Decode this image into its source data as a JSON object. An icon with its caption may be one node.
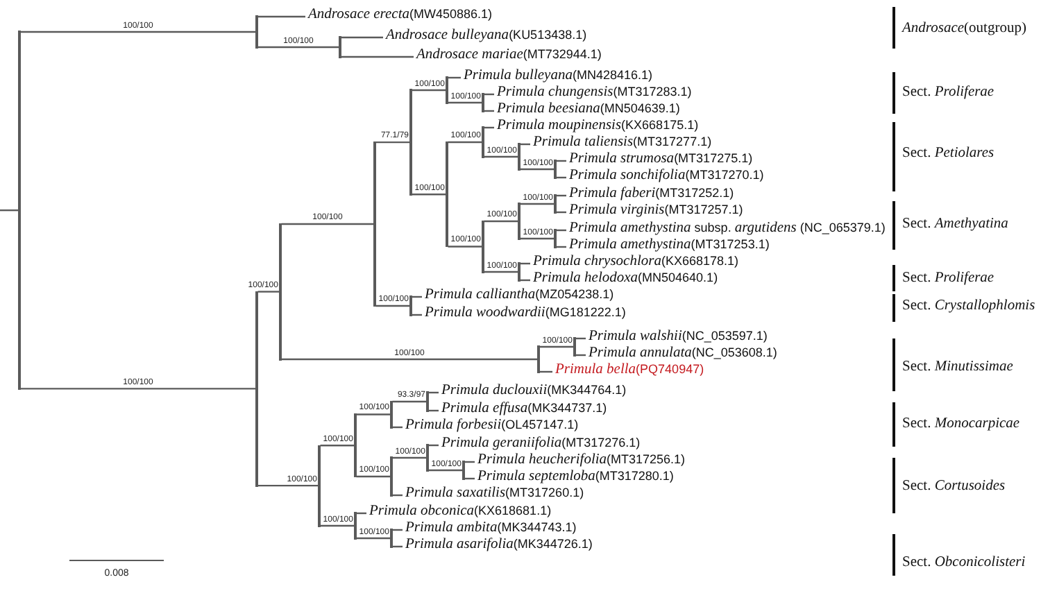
{
  "diagram": {
    "nodes": [
      {
        "text": [],
        "shape": "line"
      },
      {
        "text": [],
        "shape": "line"
      },
      {
        "text": [
          "*Androsace erecta*(MW450886.1)"
        ]
      },
      {
        "text": [],
        "shape": "line"
      },
      {
        "text": [
          "*Androsace bulleyana*(KU513438.1)"
        ]
      },
      {
        "text": [
          "*Androsace mariae*(MT732944.1)"
        ]
      },
      {
        "text": [],
        "shape": "line"
      },
      {
        "text": [],
        "shape": "line"
      },
      {
        "text": [],
        "shape": "line"
      },
      {
        "text": [],
        "shape": "line"
      },
      {
        "text": [],
        "shape": "line"
      },
      {
        "text": [
          "*Primula bulleyana*(MN428416.1)"
        ]
      },
      {
        "text": [],
        "shape": "line"
      },
      {
        "text": [
          "*Primula chungensis*(MT317283.1)"
        ]
      },
      {
        "text": [
          "*Primula beesiana*(MN504639.1)"
        ]
      },
      {
        "text": [],
        "shape": "line"
      },
      {
        "text": [],
        "shape": "line"
      },
      {
        "text": [
          "*Primula moupinensis*(KX668175.1)"
        ]
      },
      {
        "text": [],
        "shape": "line"
      },
      {
        "text": [
          "*Primula taliensis*(MT317277.1)"
        ]
      },
      {
        "text": [],
        "shape": "line"
      },
      {
        "text": [
          "*Primula strumosa*(MT317275.1)"
        ]
      },
      {
        "text": [
          "*Primula sonchifolia*(MT317270.1)"
        ]
      },
      {
        "text": [],
        "shape": "line"
      },
      {
        "text": [],
        "shape": "line"
      },
      {
        "text": [],
        "shape": "line"
      },
      {
        "text": [
          "*Primula faberi*(MT317252.1)"
        ]
      },
      {
        "text": [
          "*Primula virginis*(MT317257.1)"
        ]
      },
      {
        "text": [],
        "shape": "line"
      },
      {
        "text": [
          "*Primula amethystina* subsp. *argutidens* (NC_065379.1)"
        ]
      },
      {
        "text": [
          "*Primula amethystina*(MT317253.1)"
        ]
      },
      {
        "text": [],
        "shape": "line"
      },
      {
        "text": [
          "*Primula chrysochlora*(KX668178.1)"
        ]
      },
      {
        "text": [
          "*Primula helodoxa*(MN504640.1)"
        ]
      },
      {
        "text": [],
        "shape": "line"
      },
      {
        "text": [
          "*Primula calliantha*(MZ054238.1)"
        ]
      },
      {
        "text": [
          "*Primula woodwardii*(MG181222.1)"
        ]
      },
      {
        "text": [],
        "shape": "line"
      },
      {
        "text": [],
        "shape": "line"
      },
      {
        "text": [
          "*Primula walshii*(NC_053597.1)"
        ]
      },
      {
        "text": [
          "*Primula annulata*(NC_053608.1)"
        ]
      },
      {
        "text": [
          "*Primula bella*(PQ740947)"
        ]
      },
      {
        "text": [],
        "shape": "line"
      },
      {
        "text": [],
        "shape": "line"
      },
      {
        "text": [],
        "shape": "line"
      },
      {
        "text": [],
        "shape": "line"
      },
      {
        "text": [
          "*Primula duclouxii*(MK344764.1)"
        ]
      },
      {
        "text": [
          "*Primula effusa*(MK344737.1)"
        ]
      },
      {
        "text": [
          "*Primula forbesii*(OL457147.1)"
        ]
      },
      {
        "text": [],
        "shape": "line"
      },
      {
        "text": [],
        "shape": "line"
      },
      {
        "text": [
          "*Primula geraniifolia*(MT317276.1)"
        ]
      },
      {
        "text": [],
        "shape": "line"
      },
      {
        "text": [
          "*Primula heucherifolia*(MT317256.1)"
        ]
      },
      {
        "text": [
          "*Primula septemloba*(MT317280.1)"
        ]
      },
      {
        "text": [
          "*Primula saxatilis*(MT317260.1)"
        ]
      },
      {
        "text": [],
        "shape": "line"
      },
      {
        "text": [
          "*Primula obconica*(KX618681.1)"
        ]
      },
      {
        "text": [],
        "shape": "line"
      },
      {
        "text": [
          "*Primula ambita*(MK344743.1)"
        ]
      },
      {
        "text": [
          "*Primula asarifolia*(MK344726.1)"
        ]
      }
    ],
    "edges": [
      {
        "from": null,
        "to": 0,
        "arrow": "none"
      },
      {
        "from": 0,
        "to": 1,
        "arrow": "none",
        "label": "100/100"
      },
      {
        "from": 0,
        "to": 6,
        "arrow": "none",
        "label": "100/100"
      },
      {
        "from": 1,
        "to": 2,
        "arrow": "none"
      },
      {
        "from": 1,
        "to": 3,
        "arrow": "none",
        "label": "100/100"
      },
      {
        "from": 3,
        "to": 4,
        "arrow": "none"
      },
      {
        "from": 3,
        "to": 5,
        "arrow": "none"
      },
      {
        "from": 6,
        "to": 7,
        "arrow": "none",
        "label": "100/100"
      },
      {
        "from": 6,
        "to": 42,
        "arrow": "none",
        "label": "100/100"
      },
      {
        "from": 7,
        "to": 8,
        "arrow": "none",
        "label": "100/100"
      },
      {
        "from": 7,
        "to": 37,
        "arrow": "none",
        "label": "100/100"
      },
      {
        "from": 8,
        "to": 9,
        "arrow": "none",
        "label": "77.1/79"
      },
      {
        "from": 8,
        "to": 34,
        "arrow": "none",
        "label": "100/100"
      },
      {
        "from": 9,
        "to": 10,
        "arrow": "none",
        "label": "100/100"
      },
      {
        "from": 9,
        "to": 15,
        "arrow": "none",
        "label": "100/100"
      },
      {
        "from": 10,
        "to": 11,
        "arrow": "none"
      },
      {
        "from": 10,
        "to": 12,
        "arrow": "none",
        "label": "100/100"
      },
      {
        "from": 12,
        "to": 13,
        "arrow": "none"
      },
      {
        "from": 12,
        "to": 14,
        "arrow": "none"
      },
      {
        "from": 15,
        "to": 16,
        "arrow": "none",
        "label": "100/100"
      },
      {
        "from": 15,
        "to": 23,
        "arrow": "none",
        "label": "100/100"
      },
      {
        "from": 16,
        "to": 17,
        "arrow": "none"
      },
      {
        "from": 16,
        "to": 18,
        "arrow": "none",
        "label": "100/100"
      },
      {
        "from": 18,
        "to": 19,
        "arrow": "none"
      },
      {
        "from": 18,
        "to": 20,
        "arrow": "none",
        "label": "100/100"
      },
      {
        "from": 20,
        "to": 21,
        "arrow": "none"
      },
      {
        "from": 20,
        "to": 22,
        "arrow": "none"
      },
      {
        "from": 23,
        "to": 24,
        "arrow": "none",
        "label": "100/100"
      },
      {
        "from": 23,
        "to": 31,
        "arrow": "none",
        "label": "100/100"
      },
      {
        "from": 24,
        "to": 25,
        "arrow": "none",
        "label": "100/100"
      },
      {
        "from": 24,
        "to": 28,
        "arrow": "none",
        "label": "100/100"
      },
      {
        "from": 25,
        "to": 26,
        "arrow": "none"
      },
      {
        "from": 25,
        "to": 27,
        "arrow": "none"
      },
      {
        "from": 28,
        "to": 29,
        "arrow": "none"
      },
      {
        "from": 28,
        "to": 30,
        "arrow": "none"
      },
      {
        "from": 31,
        "to": 32,
        "arrow": "none"
      },
      {
        "from": 31,
        "to": 33,
        "arrow": "none"
      },
      {
        "from": 34,
        "to": 35,
        "arrow": "none"
      },
      {
        "from": 34,
        "to": 36,
        "arrow": "none"
      },
      {
        "from": 37,
        "to": 38,
        "arrow": "none",
        "label": "100/100"
      },
      {
        "from": 37,
        "to": 41,
        "arrow": "none"
      },
      {
        "from": 38,
        "to": 39,
        "arrow": "none"
      },
      {
        "from": 38,
        "to": 40,
        "arrow": "none"
      },
      {
        "from": 42,
        "to": 43,
        "arrow": "none",
        "label": "100/100"
      },
      {
        "from": 42,
        "to": 56,
        "arrow": "none",
        "label": "100/100"
      },
      {
        "from": 43,
        "to": 44,
        "arrow": "none",
        "label": "100/100"
      },
      {
        "from": 43,
        "to": 49,
        "arrow": "none",
        "label": "100/100"
      },
      {
        "from": 44,
        "to": 45,
        "arrow": "none",
        "label": "93.3/97"
      },
      {
        "from": 44,
        "to": 48,
        "arrow": "none"
      },
      {
        "from": 45,
        "to": 46,
        "arrow": "none"
      },
      {
        "from": 45,
        "to": 47,
        "arrow": "none"
      },
      {
        "from": 49,
        "to": 50,
        "arrow": "none",
        "label": "100/100"
      },
      {
        "from": 49,
        "to": 55,
        "arrow": "none"
      },
      {
        "from": 50,
        "to": 51,
        "arrow": "none"
      },
      {
        "from": 50,
        "to": 52,
        "arrow": "none",
        "label": "100/100"
      },
      {
        "from": 52,
        "to": 53,
        "arrow": "none"
      },
      {
        "from": 52,
        "to": 54,
        "arrow": "none"
      },
      {
        "from": 56,
        "to": 57,
        "arrow": "none"
      },
      {
        "from": 56,
        "to": 58,
        "arrow": "none",
        "label": "100/100"
      },
      {
        "from": 58,
        "to": 59,
        "arrow": "none"
      },
      {
        "from": 58,
        "to": 60,
        "arrow": "none"
      }
    ],
    "labels": [
      "*Androsace*(outgroup)",
      "Sect. *Proliferae*",
      "Sect. *Petiolares*",
      "Sect. *Amethyatina*",
      "Sect. *Proliferae*",
      "Sect. *Crystallophlomis*",
      "Sect. *Minutissimae*",
      "Sect. *Monocarpicae*",
      "Sect. *Cortusoides*",
      "Sect. *Obconicolisteri*",
      "0.008"
    ]
  }
}
